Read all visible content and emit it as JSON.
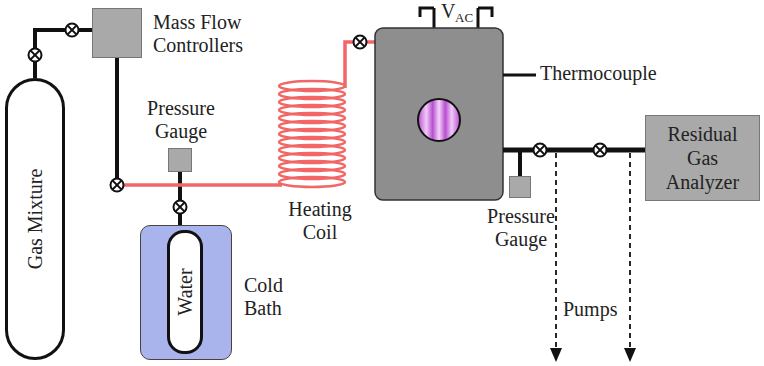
{
  "diagram": {
    "nodes": [
      {
        "text": [
          "Gas Mixture"
        ]
      },
      {
        "text": [
          "Mass Flow Controllers"
        ]
      },
      {
        "text": [
          "Pressure Gauge"
        ]
      },
      {
        "text": [
          "Cold Bath"
        ]
      },
      {
        "text": [
          "Water"
        ],
        "in": 3
      },
      {
        "text": [
          "Pressure Gauge"
        ]
      },
      {
        "text": [
          "Residual Gas Analyzer"
        ]
      }
    ],
    "edges": [
      {
        "from": 0,
        "to": 1,
        "arrow": "none"
      },
      {
        "from": 2,
        "to": 4,
        "arrow": "none"
      }
    ],
    "labels": [
      "Heating Coil",
      "Thermocouple",
      "Pumps",
      "V",
      "AC"
    ]
  }
}
